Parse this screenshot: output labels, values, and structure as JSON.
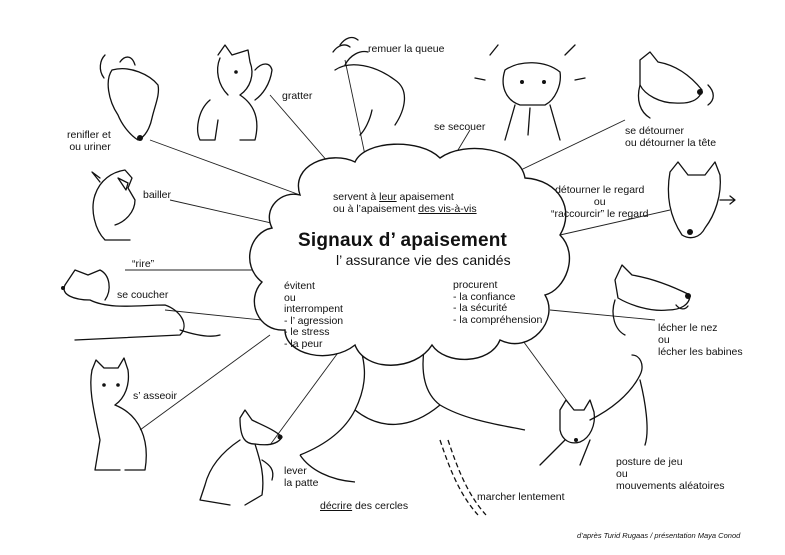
{
  "center": {
    "title": "Signaux d’ apaisement",
    "subtitle": "l’ assurance vie des canidés",
    "top_line1_pre": "servent à ",
    "top_line1_u": "leur",
    "top_line1_post": " apaisement",
    "top_line2_pre": "ou à l’apaisement ",
    "top_line2_u": "des vis-à-vis",
    "left_block": [
      "évitent",
      "ou",
      "interrompent",
      "- l’ agression",
      "- le stress",
      "- la peur"
    ],
    "right_block": [
      "procurent",
      "- la confiance",
      "- la sécurité",
      "- la compréhension"
    ]
  },
  "signals": {
    "remuer_queue": "remuer la queue",
    "gratter": "gratter",
    "renifler": [
      "renifler et",
      "ou uriner"
    ],
    "secouer": "se secouer",
    "detourner_tete": [
      "se détourner",
      "ou détourner la tête"
    ],
    "bailler": "bailler",
    "detourner_regard": [
      "détourner le regard",
      "ou",
      "“raccourcir” le regard"
    ],
    "rire": "“rire”",
    "coucher": "se coucher",
    "lecher": [
      "lécher le nez",
      "ou",
      "lécher les babines"
    ],
    "asseoir": "s’ asseoir",
    "posture_jeu": [
      "posture de jeu",
      "ou",
      "mouvements aléatoires"
    ],
    "lever_patte": [
      "lever",
      "la patte"
    ],
    "cercles_u": "décrire",
    "cercles_rest": " des cercles",
    "marcher": "marcher lentement"
  },
  "credit": "d’après Turid Rugaas / présentation Maya Conod"
}
